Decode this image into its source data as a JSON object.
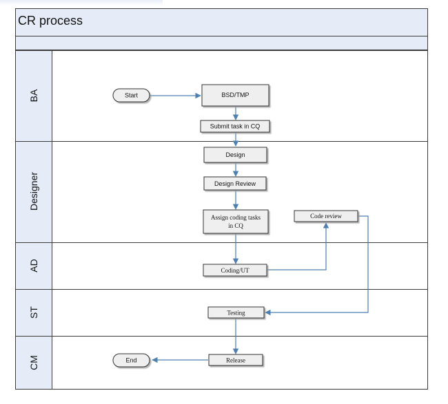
{
  "diagram": {
    "title": "CR process",
    "lanes": [
      "BA",
      "Designer",
      "AD",
      "ST",
      "CM"
    ],
    "nodes": {
      "start": "Start",
      "bsd": "BSD/TMP",
      "submit": "Submit task in CQ",
      "design": "Design",
      "design_review": "Design Review",
      "assign_line1": "Assign coding tasks",
      "assign_line2": "in CQ",
      "code_review": "Code review",
      "coding": "Coding/UT",
      "testing": "Testing",
      "release": "Release",
      "end": "End"
    }
  }
}
